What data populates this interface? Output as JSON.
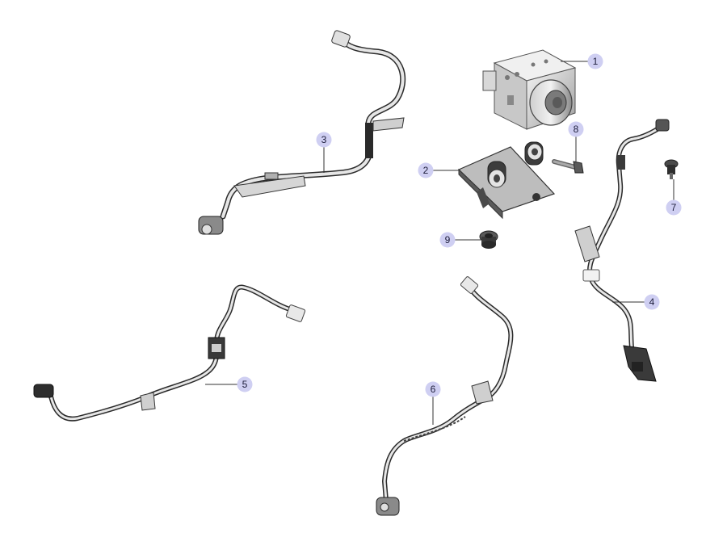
{
  "diagram": {
    "colors": {
      "callout_fill": "#cfcff2",
      "callout_text": "#1c1c3a",
      "leader": "#333333",
      "wire_light": "#e6e6e6",
      "wire_outline": "#2b2b2b",
      "metal_light": "#e9e9e9",
      "metal_mid": "#bdbdbd",
      "metal_dark": "#4a4a4a"
    },
    "callouts": [
      {
        "id": "1",
        "label": "1",
        "part": "abs-modulator"
      },
      {
        "id": "2",
        "label": "2",
        "part": "mounting-bracket"
      },
      {
        "id": "3",
        "label": "3",
        "part": "wheel-speed-sensor-harness-front-left"
      },
      {
        "id": "4",
        "label": "4",
        "part": "wheel-speed-sensor-harness-front-right"
      },
      {
        "id": "5",
        "label": "5",
        "part": "wheel-speed-sensor-harness-rear-left"
      },
      {
        "id": "6",
        "label": "6",
        "part": "wheel-speed-sensor-harness-rear-right"
      },
      {
        "id": "7",
        "label": "7",
        "part": "isolator-bolt"
      },
      {
        "id": "8",
        "label": "8",
        "part": "bracket-bolt"
      },
      {
        "id": "9",
        "label": "9",
        "part": "grommet"
      }
    ]
  }
}
